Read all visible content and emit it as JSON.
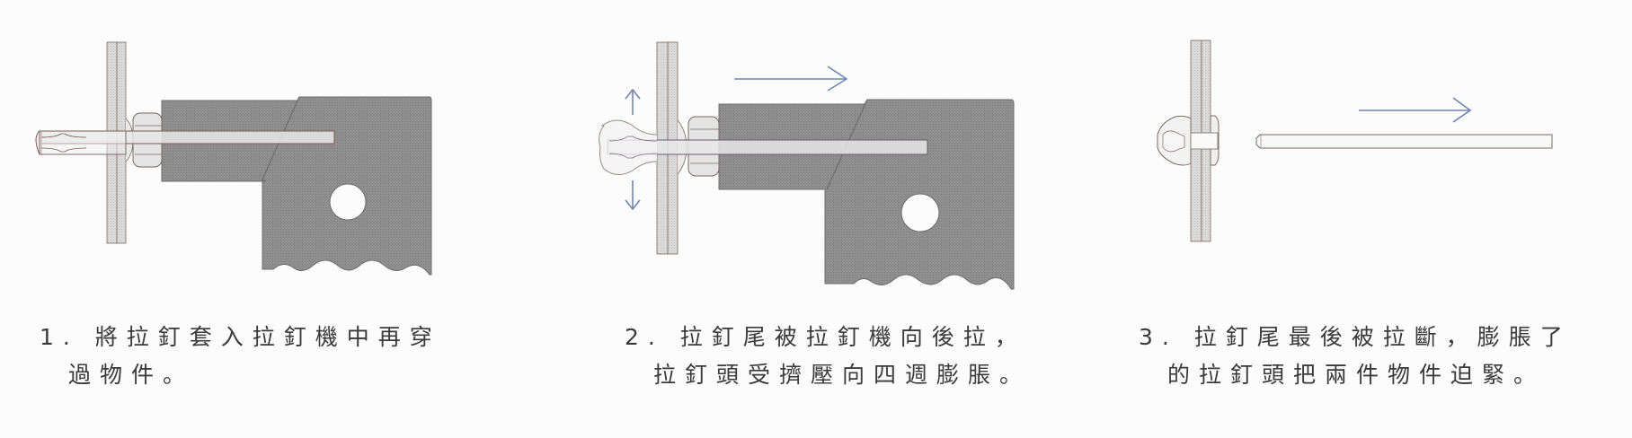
{
  "figure": {
    "description": "Three-step blind rivet (pull rivet) installation process",
    "colors": {
      "tool_body": "#8e8e8e",
      "plate": "#d9d9d9",
      "rivet": "#ececec",
      "arrow": "#6f86b0",
      "outline": "#6a5a55",
      "background": "#fcfcfc"
    },
    "steps": [
      {
        "number": "1.",
        "line1": "1. 將拉釘套入拉釘機中再穿",
        "line2": "過物件。",
        "diagram": "rivet-inserted-in-tool-and-workpiece"
      },
      {
        "number": "2.",
        "line1": "2. 拉釘尾被拉釘機向後拉，",
        "line2": "拉釘頭受擠壓向四週膨脹。",
        "diagram": "mandrel-pulled-rivet-head-expanding",
        "arrows": [
          "pull-right-arrow",
          "expand-up-arrow",
          "expand-down-arrow"
        ]
      },
      {
        "number": "3.",
        "line1": "3. 拉釘尾最後被拉斷，膨脹了",
        "line2": "的拉釘頭把兩件物件迫緊。",
        "diagram": "mandrel-broken-off-rivet-set",
        "arrows": [
          "mandrel-removed-right-arrow"
        ]
      }
    ]
  }
}
